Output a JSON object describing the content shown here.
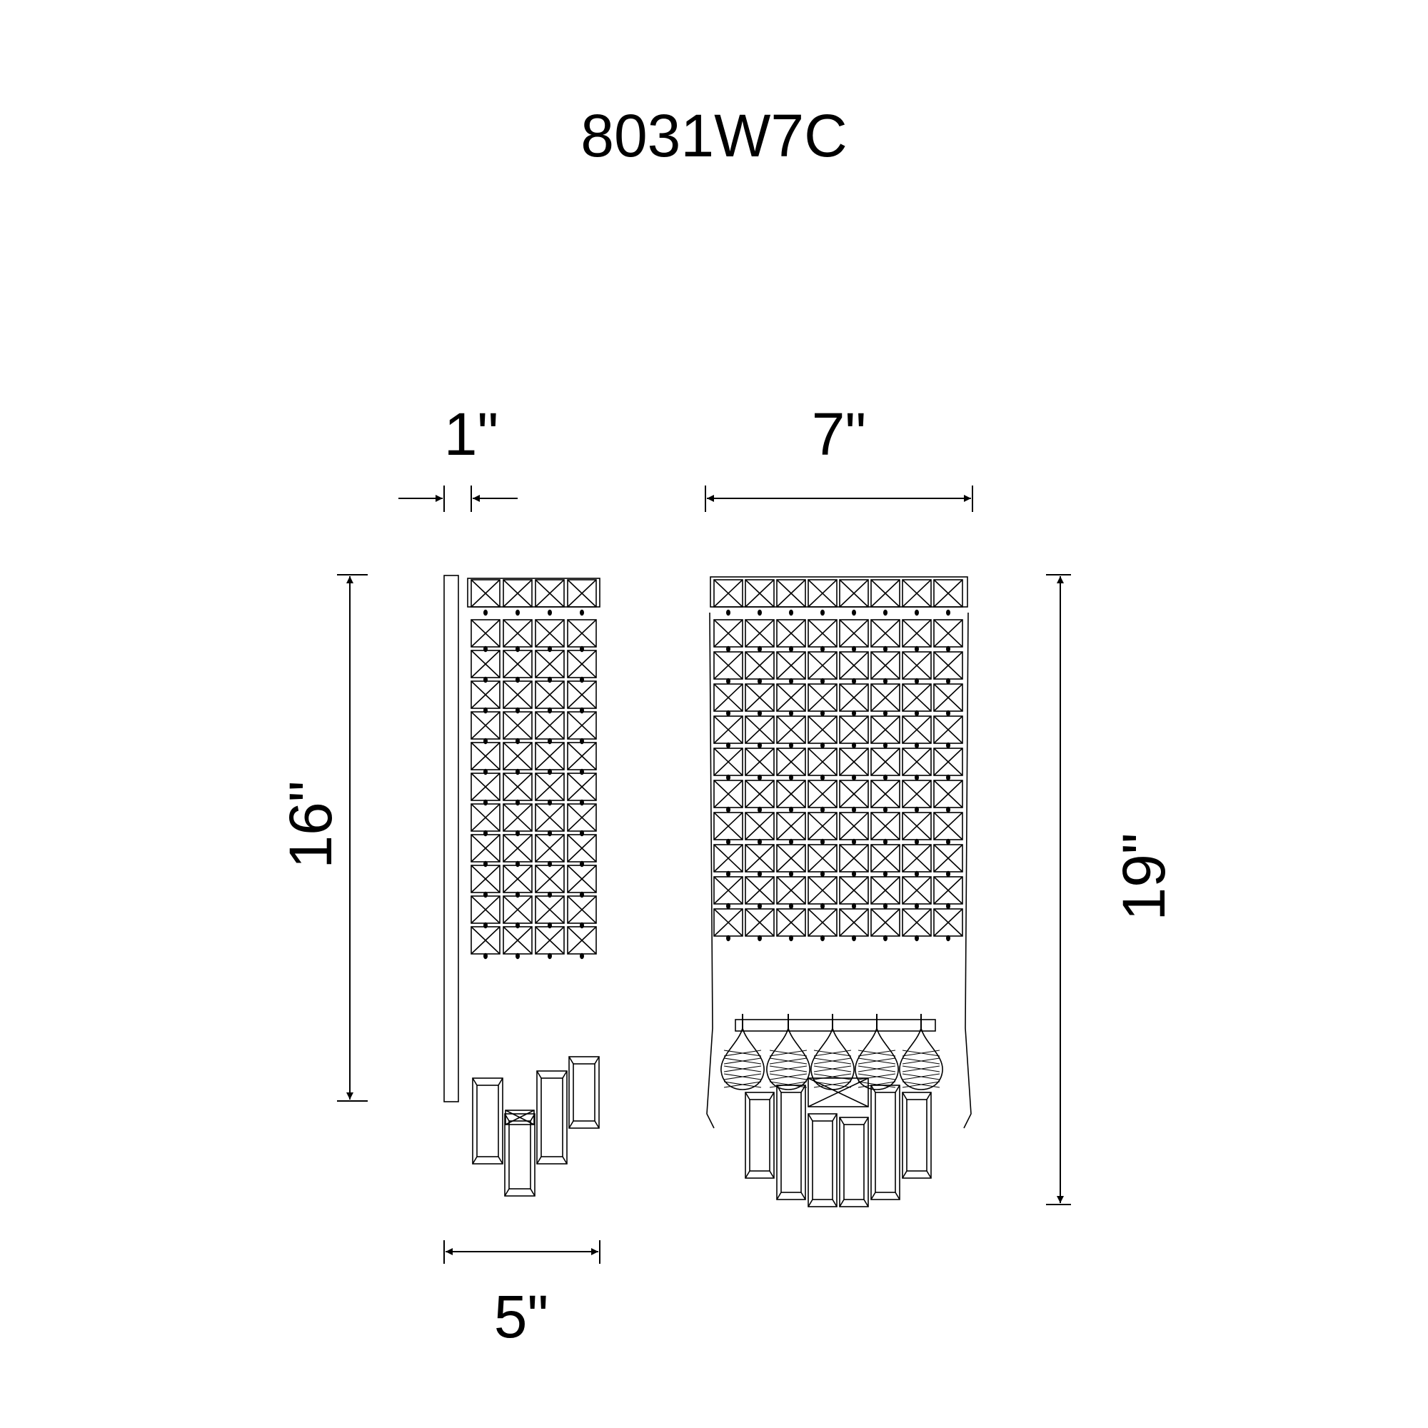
{
  "title": "8031W7C",
  "dimensions": {
    "depth": "1\"",
    "width": "7\"",
    "height_body": "16\"",
    "height_total": "19\"",
    "backplate_width": "5\""
  },
  "colors": {
    "line": "#000000",
    "background": "#ffffff"
  }
}
